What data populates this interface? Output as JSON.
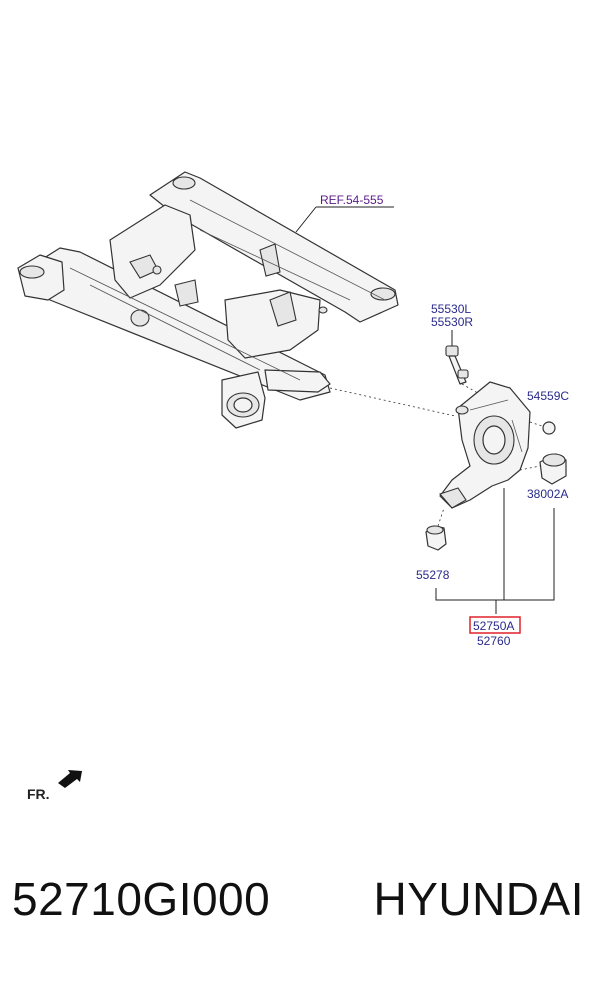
{
  "diagram": {
    "ref_label": "REF.54-555",
    "labels": {
      "p55530l": "55530L",
      "p55530r": "55530R",
      "p54559c": "54559C",
      "p38002a": "38002A",
      "p55278": "55278",
      "p52750a": "52750A",
      "p52760": "52760"
    },
    "direction_label": "FR.",
    "highlight_color": "#e0202a",
    "label_color": "#2a2a8a"
  },
  "footer": {
    "part_number": "52710GI000",
    "brand": "HYUNDAI"
  }
}
